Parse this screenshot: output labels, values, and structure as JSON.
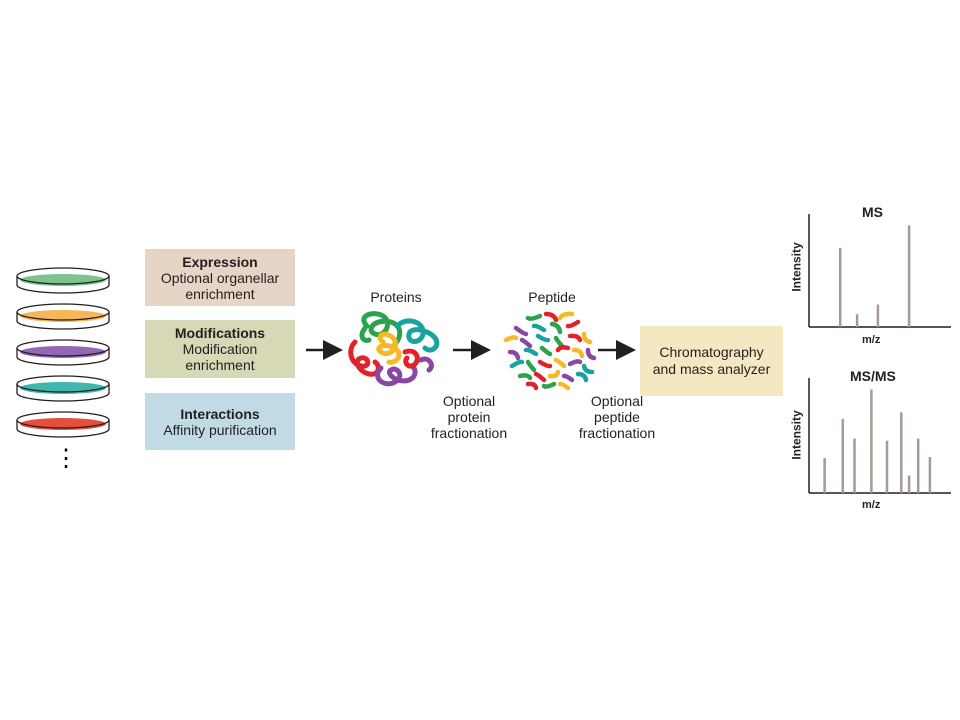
{
  "boxes": [
    {
      "title": "Expression",
      "lines": [
        "Optional organellar",
        "enrichment"
      ],
      "color": "#e6d5c6"
    },
    {
      "title": "Modifications",
      "lines": [
        "Modification",
        "enrichment"
      ],
      "color": "#d6d8b6"
    },
    {
      "title": "Interactions",
      "lines": [
        "Affinity purification"
      ],
      "color": "#c1dbe5"
    }
  ],
  "dishes": [
    {
      "color": "#7cc38d"
    },
    {
      "color": "#f6b65a"
    },
    {
      "color": "#9467b4"
    },
    {
      "color": "#3fb7ae"
    },
    {
      "color": "#e34f3a"
    }
  ],
  "ellipsis": "⋮",
  "labels": {
    "proteins": "Proteins",
    "peptide": "Peptide",
    "protein_fractionation": [
      "Optional",
      "protein",
      "fractionation"
    ],
    "peptide_fractionation": [
      "Optional",
      "peptide",
      "fractionation"
    ],
    "chromatography": [
      "Chromatography",
      "and mass analyzer"
    ]
  },
  "spectra": {
    "ms": {
      "title": "MS",
      "xlabel": "m/z",
      "ylabel": "Intensity",
      "peaks": [
        {
          "x": 0.24,
          "h": 0.74
        },
        {
          "x": 0.37,
          "h": 0.12
        },
        {
          "x": 0.53,
          "h": 0.21
        },
        {
          "x": 0.77,
          "h": 0.95
        }
      ]
    },
    "msms": {
      "title": "MS/MS",
      "xlabel": "m/z",
      "ylabel": "Intensity",
      "peaks": [
        {
          "x": 0.12,
          "h": 0.32
        },
        {
          "x": 0.26,
          "h": 0.68
        },
        {
          "x": 0.35,
          "h": 0.5
        },
        {
          "x": 0.48,
          "h": 0.95
        },
        {
          "x": 0.6,
          "h": 0.48
        },
        {
          "x": 0.71,
          "h": 0.74
        },
        {
          "x": 0.77,
          "h": 0.16
        },
        {
          "x": 0.84,
          "h": 0.5
        },
        {
          "x": 0.93,
          "h": 0.33
        }
      ]
    }
  },
  "colors": {
    "peak": "#a49a97",
    "axis": "#231f20",
    "arrow": "#231f20"
  }
}
